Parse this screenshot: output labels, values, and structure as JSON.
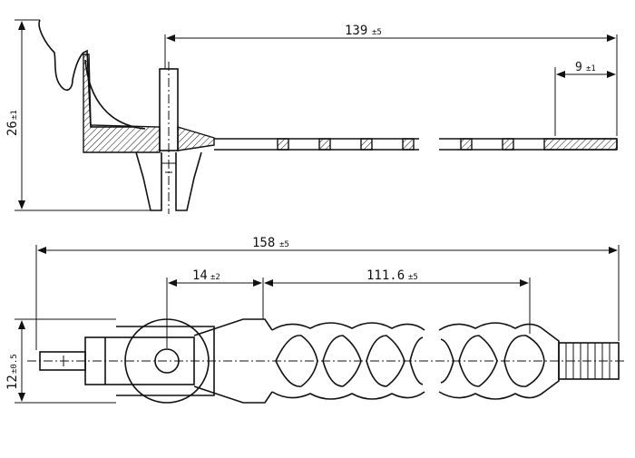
{
  "drawing": {
    "dimensions": {
      "overall_side_length": {
        "value": "139",
        "tolerance": "±5"
      },
      "tip_length": {
        "value": "9",
        "tolerance": "±1"
      },
      "height": {
        "value": "26",
        "tolerance": "±1"
      },
      "overall_top_length": {
        "value": "158",
        "tolerance": "±5"
      },
      "head_offset": {
        "value": "14",
        "tolerance": "±2"
      },
      "strap_length": {
        "value": "111.6",
        "tolerance": "±5"
      },
      "width": {
        "value": "12",
        "tolerance": "±0.5"
      }
    }
  }
}
